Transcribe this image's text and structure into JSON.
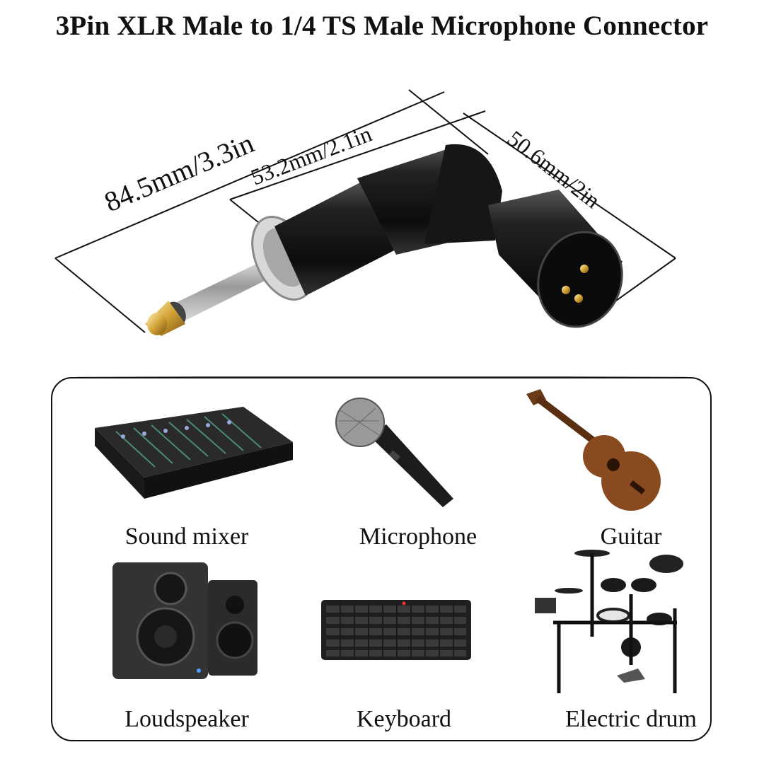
{
  "title": "3Pin XLR Male to 1/4 TS Male Microphone Connector",
  "dimensions": {
    "total_length": "84.5mm/3.3in",
    "body_length": "53.2mm/2.1in",
    "xlr_length": "50.6mm/2in"
  },
  "applications": [
    {
      "label": "Sound mixer",
      "icon": "sound-mixer-icon"
    },
    {
      "label": "Microphone",
      "icon": "microphone-icon"
    },
    {
      "label": "Guitar",
      "icon": "guitar-icon"
    },
    {
      "label": "Loudspeaker",
      "icon": "loudspeaker-icon"
    },
    {
      "label": "Keyboard",
      "icon": "keyboard-icon"
    },
    {
      "label": "Electric drum",
      "icon": "electric-drum-icon"
    }
  ],
  "colors": {
    "connector_body": "#1a1a1a",
    "plug_metal": "#c9c9c9",
    "gold_tip": "#d4a437",
    "wood": "#8a4a1f"
  }
}
